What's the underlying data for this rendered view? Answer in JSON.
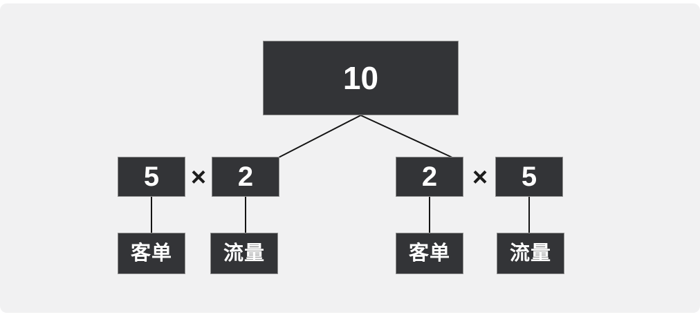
{
  "tree": {
    "root": {
      "value": "10"
    },
    "branches": [
      {
        "factors": [
          "5",
          "2"
        ],
        "operator": "×",
        "labels": [
          "客单",
          "流量"
        ]
      },
      {
        "factors": [
          "2",
          "5"
        ],
        "operator": "×",
        "labels": [
          "客单",
          "流量"
        ]
      }
    ]
  },
  "colors": {
    "page_background": "#ffffff",
    "slide_background": "#f1f1f2",
    "node_fill": "#333437",
    "node_border": "#8f8f8f",
    "node_text": "#ffffff",
    "connector_line": "#141414",
    "operator_text": "#1c1c1c"
  }
}
